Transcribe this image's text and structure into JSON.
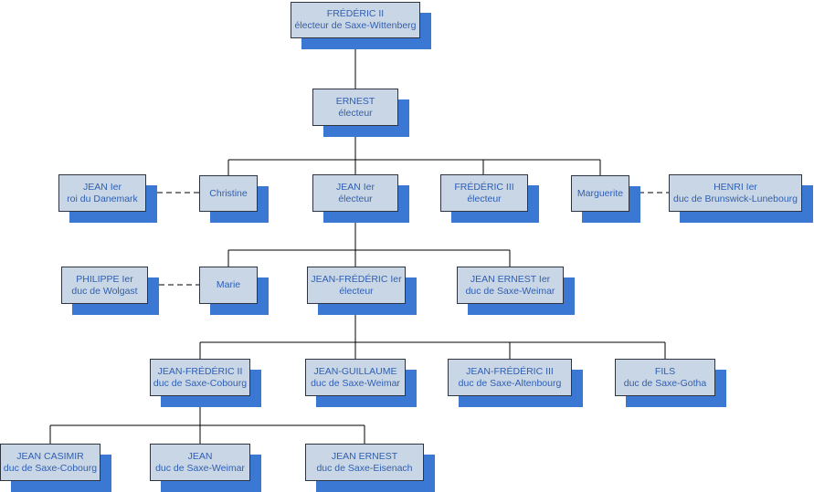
{
  "nodes": {
    "frederic_ii": {
      "line1": "FRÉDÉRIC II",
      "line2": "électeur de Saxe-Wittenberg"
    },
    "ernest": {
      "line1": "ERNEST",
      "line2": "électeur"
    },
    "jean_ier_danemark": {
      "line1": "JEAN Ier",
      "line2": "roi du Danemark"
    },
    "christine": {
      "line1": "Christine",
      "line2": ""
    },
    "jean_ier_electeur": {
      "line1": "JEAN Ier",
      "line2": "électeur"
    },
    "frederic_iii_electeur": {
      "line1": "FRÉDÉRIC III",
      "line2": "électeur"
    },
    "marguerite": {
      "line1": "Marguerite",
      "line2": ""
    },
    "henri_ier": {
      "line1": "HENRI Ier",
      "line2": "duc de Brunswick-Lunebourg"
    },
    "philippe_ier": {
      "line1": "PHILIPPE Ier",
      "line2": "duc de Wolgast"
    },
    "marie": {
      "line1": "Marie",
      "line2": ""
    },
    "jean_frederic_ier": {
      "line1": "JEAN-FRÉDÉRIC Ier",
      "line2": "électeur"
    },
    "jean_ernest_ier": {
      "line1": "JEAN ERNEST Ier",
      "line2": "duc de Saxe-Weimar"
    },
    "jean_frederic_ii": {
      "line1": "JEAN-FRÉDÉRIC II",
      "line2": "duc de Saxe-Cobourg"
    },
    "jean_guillaume": {
      "line1": "JEAN-GUILLAUME",
      "line2": "duc de Saxe-Weimar"
    },
    "jean_frederic_iii": {
      "line1": "JEAN-FRÉDÉRIC III",
      "line2": "duc de Saxe-Altenbourg"
    },
    "fils": {
      "line1": "FILS",
      "line2": "duc de Saxe-Gotha"
    },
    "jean_casimir": {
      "line1": "JEAN CASIMIR",
      "line2": "duc de Saxe-Cobourg"
    },
    "jean_weimar": {
      "line1": "JEAN",
      "line2": "duc de Saxe-Weimar"
    },
    "jean_ernest_eisenach": {
      "line1": "JEAN ERNEST",
      "line2": "duc de Saxe-Eisenach"
    }
  },
  "colors": {
    "box_fill": "#c9d6e5",
    "box_border": "#2e3440",
    "shadow": "#3a78d3",
    "text": "#2f5fb2",
    "line": "#000000"
  }
}
